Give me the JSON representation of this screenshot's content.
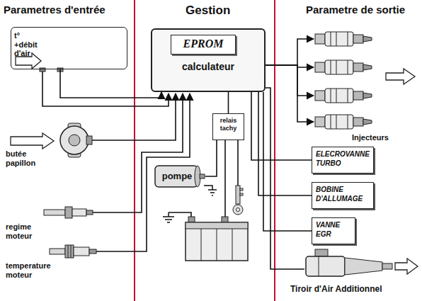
{
  "diagram": {
    "nodes": [
      {
        "text": [
          "t°+débit d'air"
        ]
      },
      {
        "text": [
          "calculateur"
        ]
      },
      {
        "text": [
          "EPROM"
        ],
        "in": 1
      },
      {
        "text": [
          "relais tachy"
        ]
      },
      {
        "text": [
          "pompe"
        ]
      },
      {
        "text": [
          "ELECROVANNE TURBO"
        ]
      },
      {
        "text": [
          "BOBINE D'ALLUMAGE"
        ]
      },
      {
        "text": [
          "VANNE EGR"
        ]
      }
    ],
    "edges": [
      {
        "from": 0,
        "to": 1,
        "arrow": "to"
      },
      {
        "from": 1,
        "to": 3,
        "arrow": "none"
      },
      {
        "from": 3,
        "to": 4,
        "arrow": "none"
      },
      {
        "from": 1,
        "to": 5,
        "arrow": "none"
      },
      {
        "from": 1,
        "to": 6,
        "arrow": "none"
      },
      {
        "from": 1,
        "to": 7,
        "arrow": "none"
      }
    ],
    "labels": [
      "Parametres d'entrée",
      "Gestion",
      "Parametre de sortie",
      "butée papillon",
      "regime moteur",
      "temperature moteur",
      "Injecteurs",
      "Tiroir d'Air Additionnel"
    ]
  }
}
